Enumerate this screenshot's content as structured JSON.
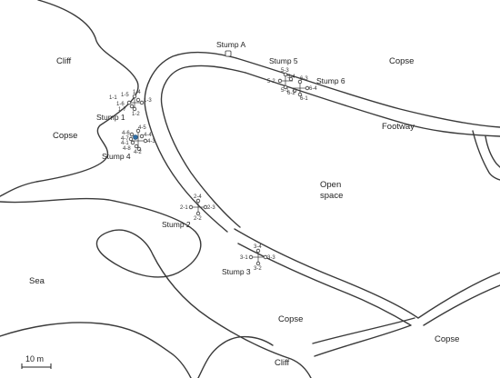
{
  "areas": {
    "cliff_top": "Cliff",
    "cliff_bottom": "Cliff",
    "copse_left": "Copse",
    "copse_top_right": "Copse",
    "copse_bottom": "Copse",
    "copse_bottom_right": "Copse",
    "sea": "Sea",
    "open_space_line1": "Open",
    "open_space_line2": "space",
    "footway": "Footway"
  },
  "stumps": {
    "a": "Stump A",
    "s1": "Stump 1",
    "s2": "Stump 2",
    "s3": "Stump 3",
    "s4": "Stump 4",
    "s5": "Stump 5",
    "s6": "Stump 6"
  },
  "points": {
    "s1": [
      "1-1",
      "1-4",
      "1-5",
      "1-3",
      "1-6",
      "1-7",
      "1-2"
    ],
    "s2": [
      "2-4",
      "2-1",
      "2-3",
      "2-2"
    ],
    "s3": [
      "3-4",
      "3-1",
      "3-3",
      "3-2"
    ],
    "s4": [
      "4-5",
      "4-6",
      "4-4",
      "4-7",
      "4-3",
      "4-1",
      "4-8",
      "4-2"
    ],
    "s5": [
      "5-3",
      "5-4",
      "5-2",
      "5-1"
    ],
    "s6": [
      "6-3",
      "6-4",
      "6-2",
      "6-1"
    ]
  },
  "scale": {
    "label": "10 m"
  }
}
